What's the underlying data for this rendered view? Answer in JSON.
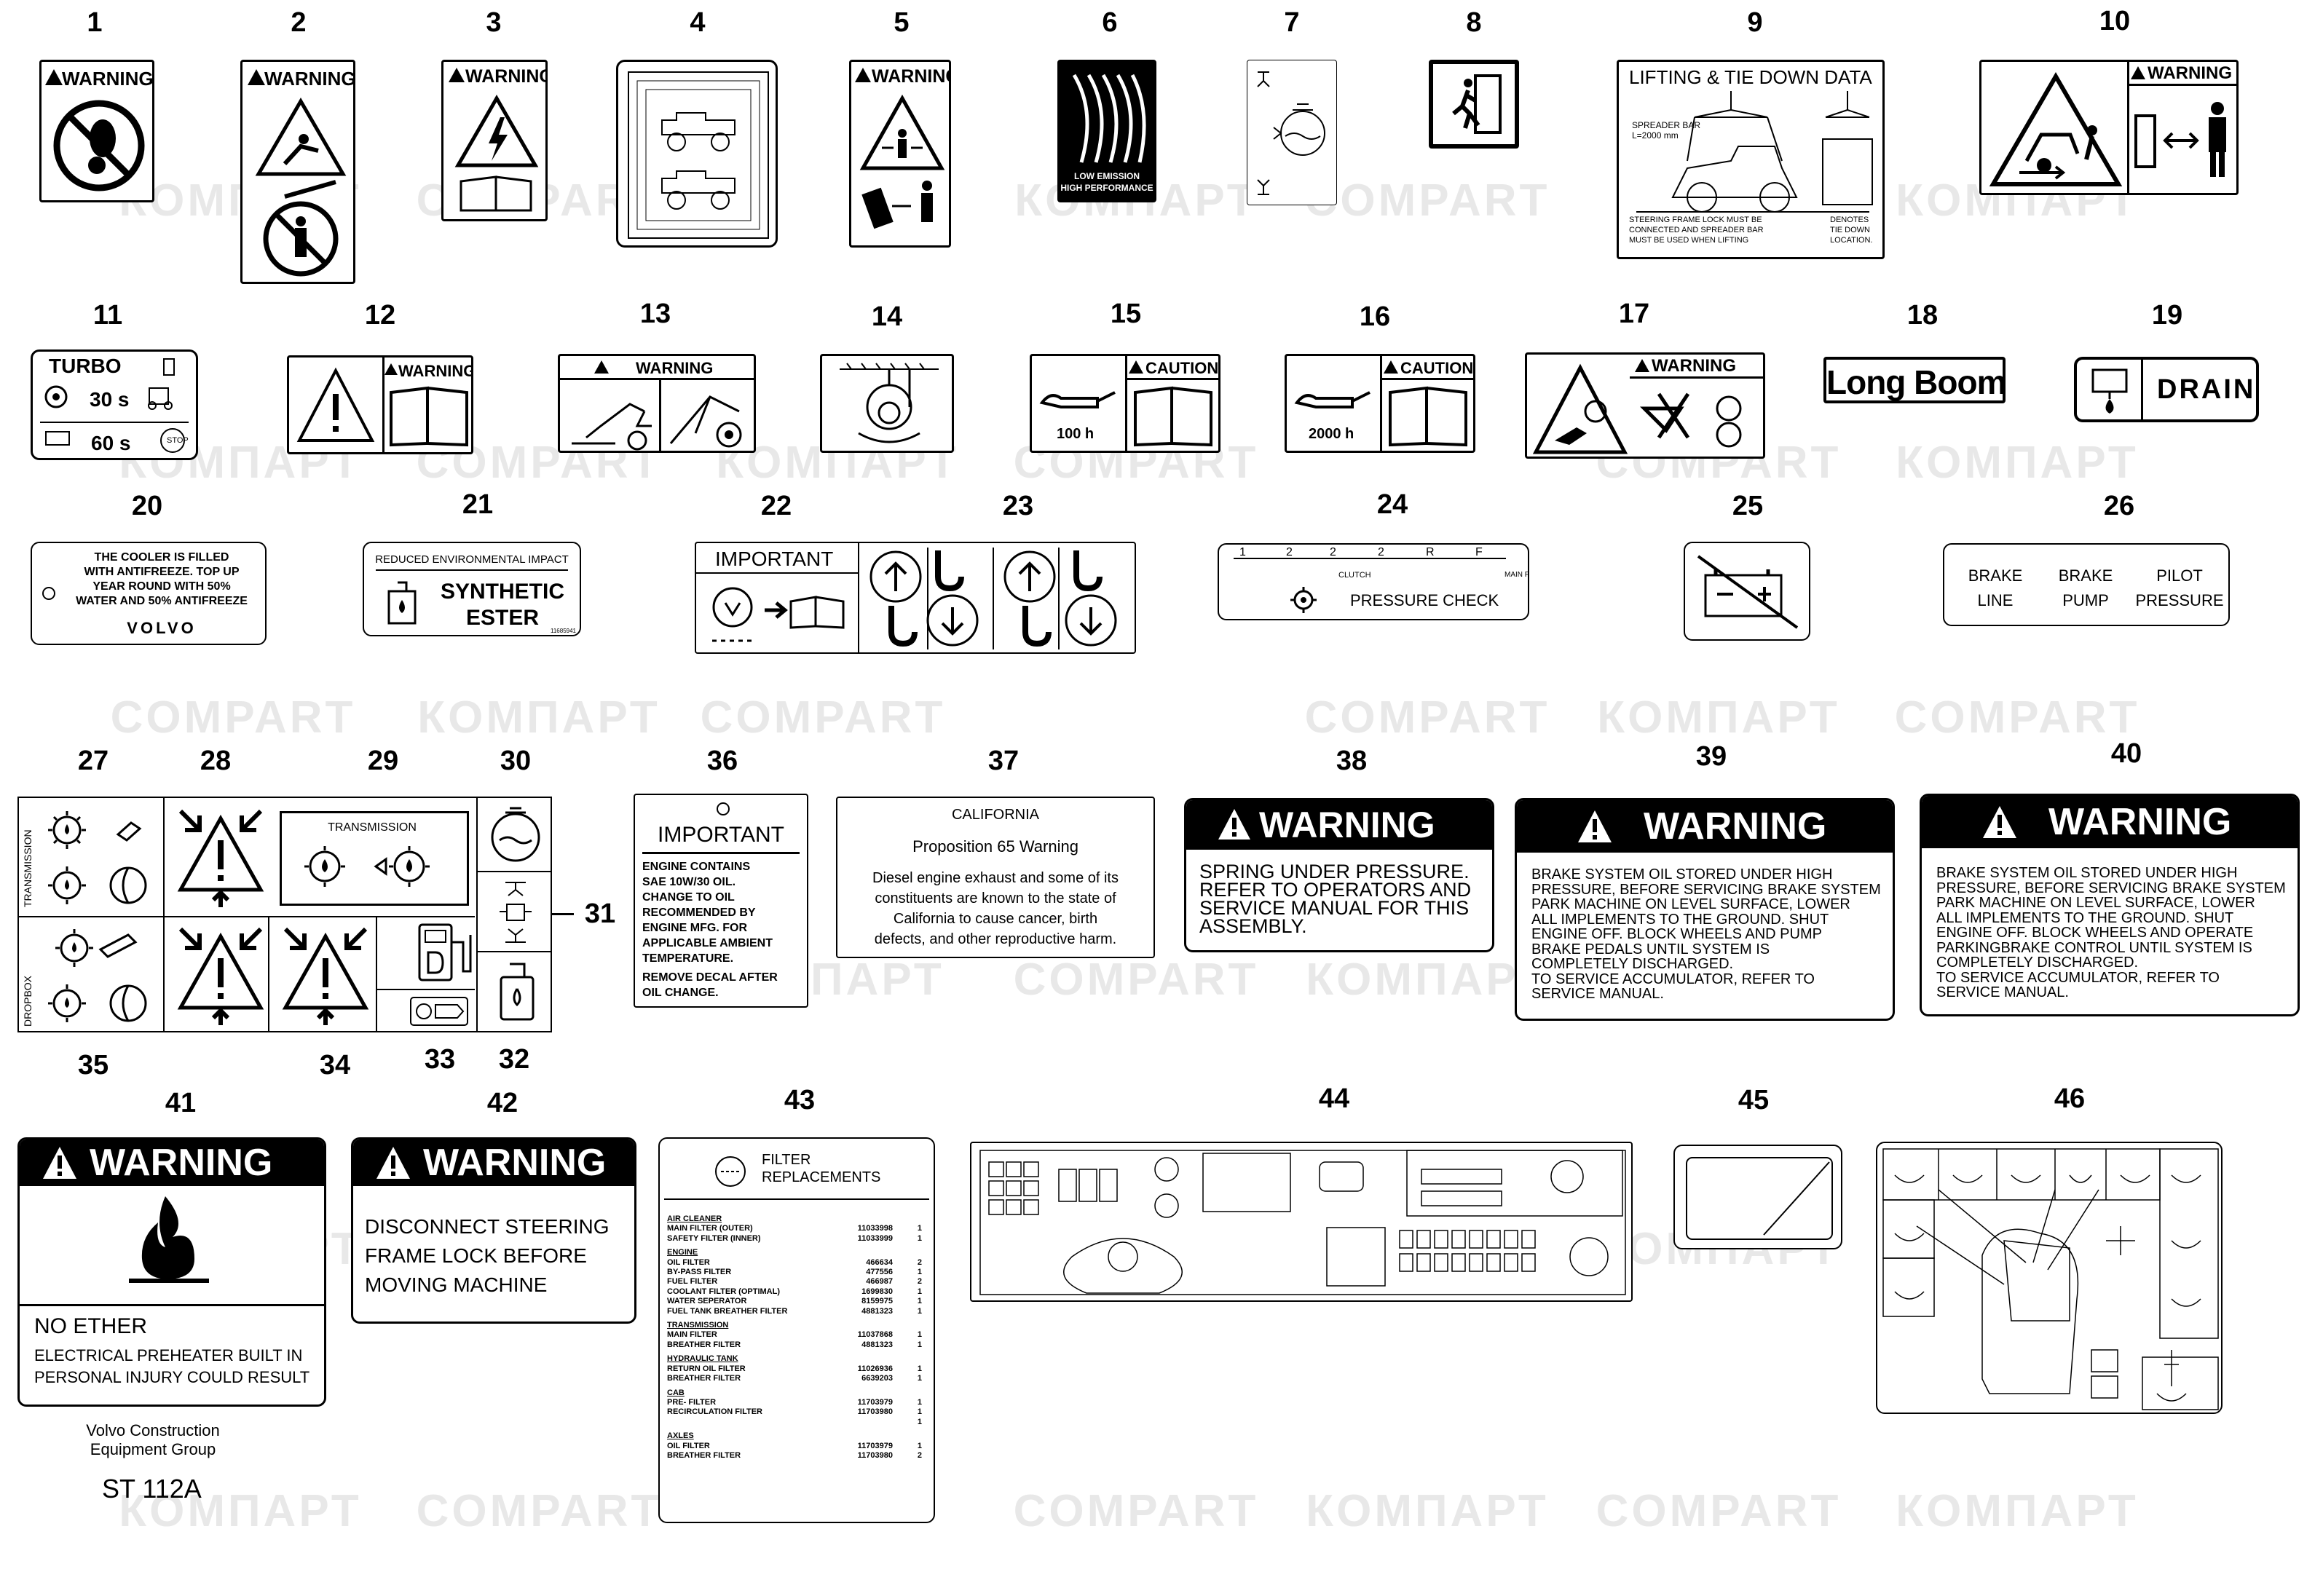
{
  "callouts": [
    "1",
    "2",
    "3",
    "4",
    "5",
    "6",
    "7",
    "8",
    "9",
    "10",
    "11",
    "12",
    "13",
    "14",
    "15",
    "16",
    "17",
    "18",
    "19",
    "20",
    "21",
    "22",
    "23",
    "24",
    "25",
    "26",
    "27",
    "28",
    "29",
    "30",
    "31",
    "32",
    "33",
    "34",
    "35",
    "36",
    "37",
    "38",
    "39",
    "40",
    "41",
    "42",
    "43",
    "44",
    "45",
    "46"
  ],
  "watermarks": [
    "КОМПАРТ",
    "COMPART"
  ],
  "decals": {
    "d1": {
      "warning": "WARNING"
    },
    "d2": {
      "warning": "WARNING"
    },
    "d3": {
      "warning": "WARNING"
    },
    "d5": {
      "warning": "WARNING"
    },
    "d6": {
      "line1": "LOW EMISSION",
      "line2": "HIGH PERFORMANCE"
    },
    "d9": {
      "title": "LIFTING & TIE DOWN DATA",
      "spreader1": "SPREADER BAR",
      "spreader2": "L=2000 mm",
      "note": "STEERING FRAME LOCK MUST BE\nCONNECTED AND SPREADER BAR\nMUST BE USED WHEN LIFTING",
      "legend": "DENOTES\nTIE DOWN\nLOCATION."
    },
    "d10": {
      "warning": "WARNING"
    },
    "d11": {
      "title": "TURBO",
      "t1": "30 s",
      "t2": "60 s",
      "stop": "STOP"
    },
    "d12": {
      "warning": "WARNING"
    },
    "d13": {
      "warning": "WARNING"
    },
    "d15": {
      "caution": "CAUTION",
      "hours": "100 h"
    },
    "d16": {
      "caution": "CAUTION",
      "hours": "2000 h"
    },
    "d17": {
      "warning": "WARNING"
    },
    "d18": {
      "text": "Long Boom"
    },
    "d19": {
      "text": "DRAIN"
    },
    "d20": {
      "text": "THE COOLER IS FILLED\nWITH ANTIFREEZE. TOP UP\nYEAR ROUND WITH 50%\nWATER AND 50% ANTIFREEZE",
      "brand": "VOLVO"
    },
    "d21": {
      "top": "REDUCED ENVIRONMENTAL IMPACT",
      "main1": "SYNTHETIC",
      "main2": "ESTER",
      "code": "11685941"
    },
    "d22": {
      "title": "IMPORTANT"
    },
    "d24": {
      "ticks": [
        "1",
        "2",
        "2",
        "2",
        "R",
        "F"
      ],
      "clutch": "CLUTCH",
      "mainp": "MAIN P",
      "label": "PRESSURE CHECK"
    },
    "d26": {
      "c1a": "BRAKE",
      "c1b": "LINE",
      "c2a": "BRAKE",
      "c2b": "PUMP",
      "c3a": "PILOT",
      "c3b": "PRESSURE"
    },
    "d27": {
      "label": "TRANSMISSION"
    },
    "d29": {
      "label": "TRANSMISSION"
    },
    "d35": {
      "label": "DROPBOX"
    },
    "d36": {
      "title": "IMPORTANT",
      "body": "ENGINE CONTAINS\nSAE 10W/30 OIL.\nCHANGE TO OIL\nRECOMMENDED BY\nENGINE MFG. FOR\nAPPLICABLE AMBIENT\nTEMPERATURE.",
      "foot": "REMOVE DECAL AFTER\nOIL CHANGE."
    },
    "d37": {
      "title": "CALIFORNIA",
      "subtitle": "Proposition 65 Warning",
      "body": "Diesel engine exhaust and some of its\nconstituents are known to the state of\nCalifornia to cause cancer, birth\ndefects, and other reproductive harm."
    },
    "d38": {
      "warning": "WARNING",
      "body": "SPRING UNDER PRESSURE.\nREFER TO OPERATORS AND\nSERVICE MANUAL FOR THIS\nASSEMBLY."
    },
    "d39": {
      "warning": "WARNING",
      "body": "BRAKE SYSTEM OIL STORED UNDER HIGH\nPRESSURE, BEFORE SERVICING BRAKE SYSTEM\nPARK MACHINE ON LEVEL SURFACE, LOWER\nALL IMPLEMENTS TO THE GROUND. SHUT\nENGINE OFF. BLOCK WHEELS AND PUMP\nBRAKE PEDALS UNTIL SYSTEM IS\nCOMPLETELY DISCHARGED.\nTO SERVICE ACCUMULATOR, REFER TO\nSERVICE MANUAL."
    },
    "d40": {
      "warning": "WARNING",
      "body": "BRAKE SYSTEM OIL STORED UNDER HIGH\nPRESSURE, BEFORE SERVICING BRAKE SYSTEM\nPARK MACHINE ON LEVEL SURFACE, LOWER\nALL IMPLEMENTS TO THE GROUND. SHUT\nENGINE OFF. BLOCK WHEELS AND OPERATE\nPARKINGBRAKE CONTROL UNTIL SYSTEM IS\nCOMPLETELY DISCHARGED.\nTO SERVICE ACCUMULATOR, REFER TO\nSERVICE MANUAL."
    },
    "d41": {
      "warning": "WARNING",
      "headline": "NO ETHER",
      "body": "ELECTRICAL PREHEATER BUILT IN\nPERSONAL INJURY COULD RESULT"
    },
    "d42": {
      "warning": "WARNING",
      "body": "DISCONNECT STEERING\nFRAME LOCK BEFORE\nMOVING MACHINE"
    },
    "d43": {
      "title1": "FILTER",
      "title2": "REPLACEMENTS",
      "sections": [
        {
          "head": "AIR CLEANER",
          "rows": [
            [
              "MAIN FILTER (OUTER)",
              "11033998",
              "1"
            ],
            [
              "SAFETY FILTER (INNER)",
              "11033999",
              "1"
            ]
          ]
        },
        {
          "head": "ENGINE",
          "rows": [
            [
              "OIL FILTER",
              "466634",
              "2"
            ],
            [
              "BY-PASS FILTER",
              "477556",
              "1"
            ],
            [
              "FUEL FILTER",
              "466987",
              "2"
            ],
            [
              "COOLANT FILTER (OPTIMAL)",
              "1699830",
              "1"
            ],
            [
              "WATER SEPERATOR",
              "8159975",
              "1"
            ],
            [
              "FUEL TANK BREATHER FILTER",
              "4881323",
              "1"
            ]
          ]
        },
        {
          "head": "TRANSMISSION",
          "rows": [
            [
              "MAIN FILTER",
              "11037868",
              "1"
            ],
            [
              "BREATHER FILTER",
              "4881323",
              "1"
            ]
          ]
        },
        {
          "head": "HYDRAULIC TANK",
          "rows": [
            [
              "RETURN OIL FILTER",
              "11026936",
              "1"
            ],
            [
              "BREATHER FILTER",
              "6639203",
              "1"
            ]
          ]
        },
        {
          "head": "CAB",
          "rows": [
            [
              "PRE- FILTER",
              "11703979",
              "1"
            ],
            [
              "RECIRCULATION FILTER",
              "11703980",
              "1"
            ],
            [
              "",
              "",
              "1"
            ]
          ]
        },
        {
          "head": "AXLES",
          "rows": [
            [
              "OIL FILTER",
              "11703979",
              "1"
            ],
            [
              "BREATHER FILTER",
              "11703980",
              "2"
            ]
          ]
        }
      ]
    }
  },
  "footer": {
    "company1": "Volvo Construction",
    "company2": "Equipment Group",
    "code": "ST 112A"
  }
}
